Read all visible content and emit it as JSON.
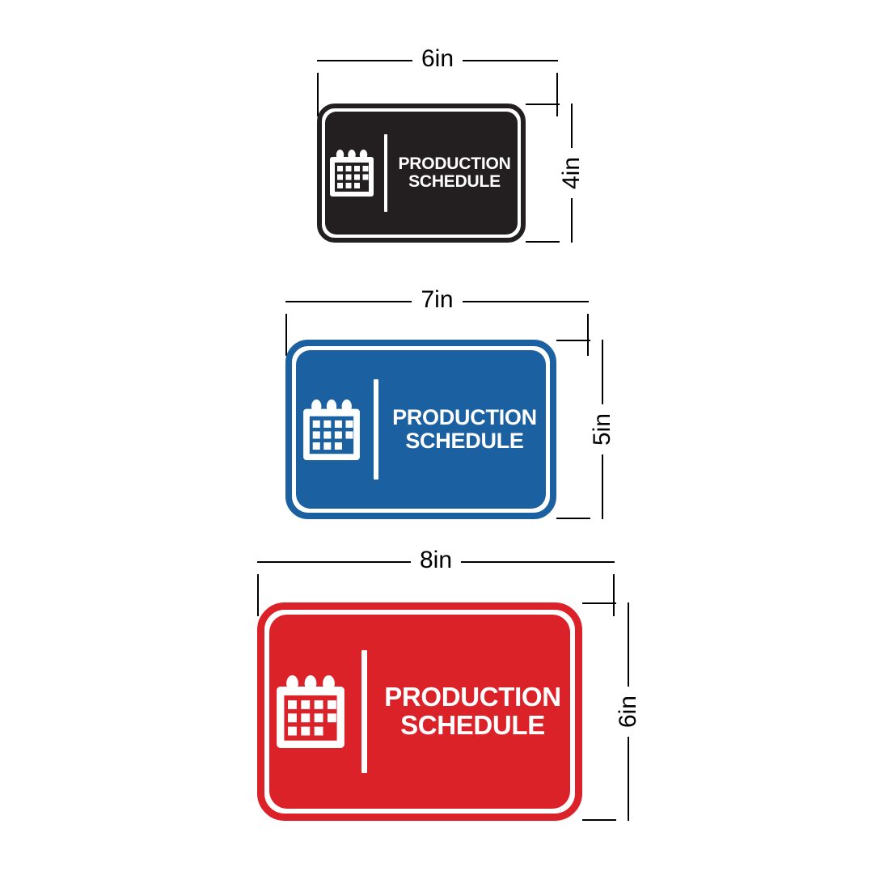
{
  "page": {
    "background": "#ffffff",
    "title": "Production Schedule sign size options"
  },
  "palette": {
    "black": "#231f20",
    "blue": "#1b60a0",
    "red": "#dc2229",
    "white": "#ffffff",
    "dimension_line": "#000000"
  },
  "signs": [
    {
      "id": "sign-black",
      "color_name": "black",
      "color": "#231f20",
      "width_label": "6in",
      "height_label": "4in",
      "text_line1": "PRODUCTION",
      "text_line2": "SCHEDULE",
      "icon": "calendar-icon"
    },
    {
      "id": "sign-blue",
      "color_name": "blue",
      "color": "#1b60a0",
      "width_label": "7in",
      "height_label": "5in",
      "text_line1": "PRODUCTION",
      "text_line2": "SCHEDULE",
      "icon": "calendar-icon"
    },
    {
      "id": "sign-red",
      "color_name": "red",
      "color": "#dc2229",
      "width_label": "8in",
      "height_label": "6in",
      "text_line1": "PRODUCTION",
      "text_line2": "SCHEDULE",
      "icon": "calendar-icon"
    }
  ]
}
